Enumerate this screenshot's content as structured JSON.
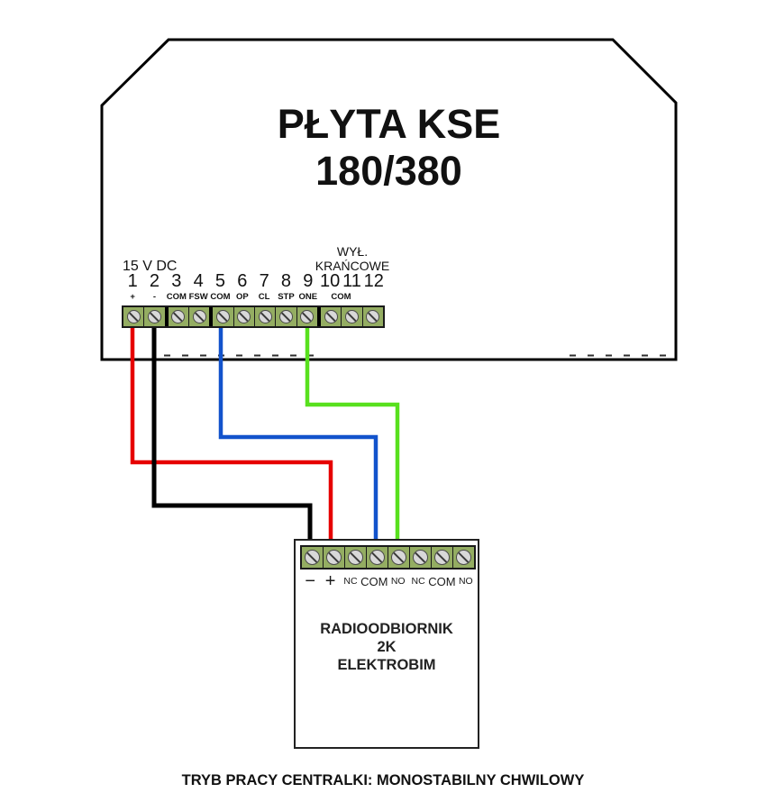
{
  "board": {
    "title": [
      "PŁYTA KSE",
      "180/380"
    ],
    "power_label": "15 V DC",
    "limit_switch_label": [
      "WYŁ.",
      "KRAŃCOWE"
    ],
    "terminal_numbers": [
      "1",
      "2",
      "3",
      "4",
      "5",
      "6",
      "7",
      "8",
      "9",
      "10",
      "11",
      "12"
    ],
    "terminal_functions": [
      "+",
      "-",
      "COM",
      "FSW",
      "COM",
      "OP",
      "CL",
      "STP",
      "ONE"
    ],
    "limit_com_label": "COM"
  },
  "receiver": {
    "name": [
      "RADIOODBIORNIK",
      "2K",
      "ELEKTROBIM"
    ],
    "terminal_labels": [
      "−",
      "+",
      "NC",
      "COM",
      "NO",
      "NC",
      "COM",
      "NO"
    ]
  },
  "caption": "TRYB PRACY CENTRALKI: MONOSTABILNY CHWILOWY",
  "wires": [
    {
      "name": "red-power-plus",
      "color": "#e60000",
      "from": "board terminal 1 (+)",
      "to": "receiver (+)"
    },
    {
      "name": "black-power-minus",
      "color": "#000000",
      "from": "board terminal 2 (-)",
      "to": "receiver (−)"
    },
    {
      "name": "blue-com",
      "color": "#1253cc",
      "from": "board terminal 5 (COM)",
      "to": "receiver COM (relay 1)"
    },
    {
      "name": "green-one",
      "color": "#58e01e",
      "from": "board terminal 9 (ONE)",
      "to": "receiver NO (relay 1)"
    }
  ],
  "colors": {
    "terminal_green": "#94ad62",
    "screw_gray": "#d8d8d8",
    "outline_black": "#000000"
  }
}
